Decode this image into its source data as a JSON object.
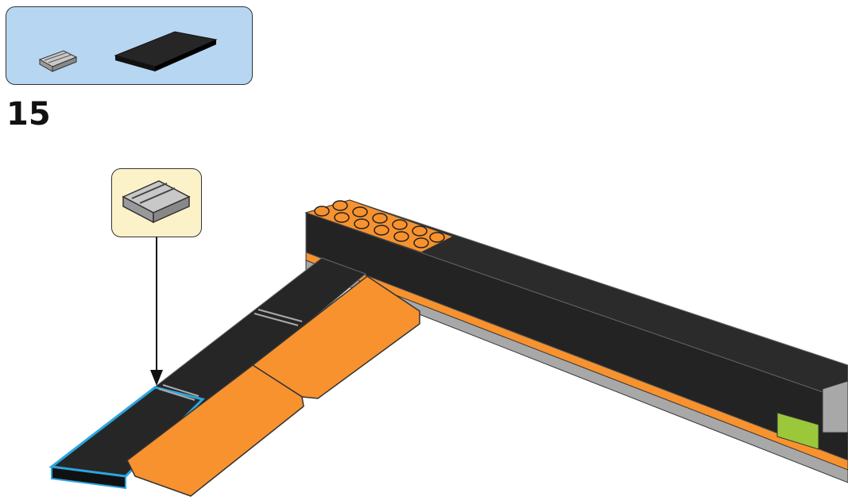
{
  "step": {
    "number": "15"
  },
  "parts_list": {
    "items": [
      {
        "part": "grille-tile-1x2",
        "color": "#a8a8a8"
      },
      {
        "part": "black-tile-2x6",
        "color": "#222222"
      }
    ]
  },
  "callout": {
    "part": "grille-tile-1x2"
  },
  "colors": {
    "parts_box_bg": "#b7d6f2",
    "callout_bg": "#fcf2c9",
    "orange": "#f7922e",
    "black": "#232323",
    "gray": "#a8a8a8",
    "lime": "#9bc83a",
    "highlight": "#2aa6e0"
  }
}
